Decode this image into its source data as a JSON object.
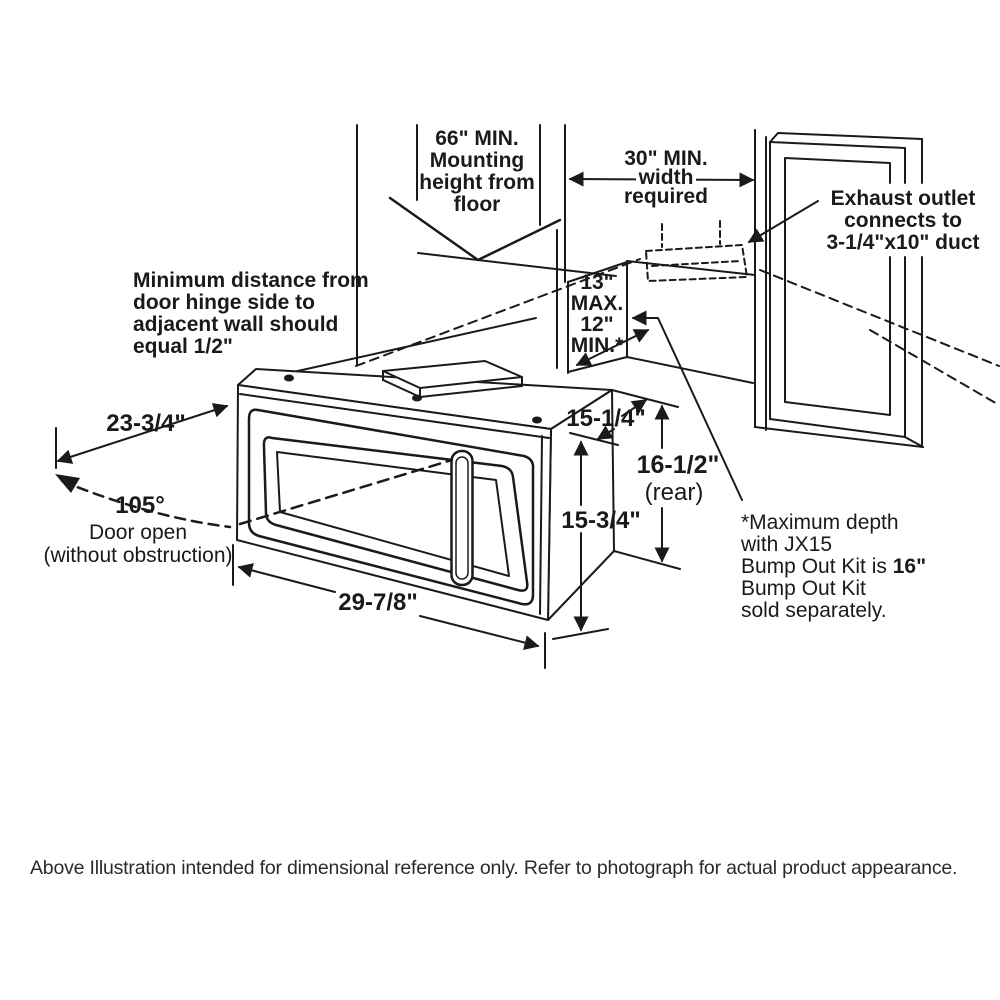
{
  "diagram": {
    "labels": {
      "mounting_height": {
        "line1": "66\" MIN.",
        "line2": "Mounting",
        "line3": "height from",
        "line4": "floor"
      },
      "width_required": {
        "line1": "30\" MIN.",
        "line2": "width",
        "line3": "required"
      },
      "exhaust": {
        "line1": "Exhaust outlet",
        "line2": "connects to",
        "line3": "3-1/4\"x10\" duct"
      },
      "min_distance": {
        "line1": "Minimum distance from",
        "line2": "door hinge side to",
        "line3": "adjacent wall should",
        "line4": "equal 1/2\""
      },
      "recess": {
        "line1": "13\"",
        "line2": "MAX.",
        "line3": "12\"",
        "line4": "MIN.*"
      },
      "depth_dim": "23-3/4\"",
      "door_angle": "105°",
      "door_open": {
        "line1": "Door open",
        "line2": "(without obstruction)"
      },
      "top_depth_dim": "15-1/4\"",
      "rear_height_dim": "16-1/2\"",
      "rear_height_sub": "(rear)",
      "front_height_dim": "15-3/4\"",
      "width_dim": "29-7/8\"",
      "note": {
        "line1": "*Maximum depth",
        "line2": "with JX15",
        "line3_normal": "Bump Out Kit is ",
        "line3_bold": "16\"",
        "line4": "Bump Out Kit",
        "line5": "sold separately."
      }
    },
    "colors": {
      "line": "#1a1a1a",
      "text": "#1a1a1a",
      "background": "#ffffff"
    }
  },
  "footer": {
    "text": "Above Illustration intended for dimensional reference only. Refer to photograph for actual product appearance."
  }
}
